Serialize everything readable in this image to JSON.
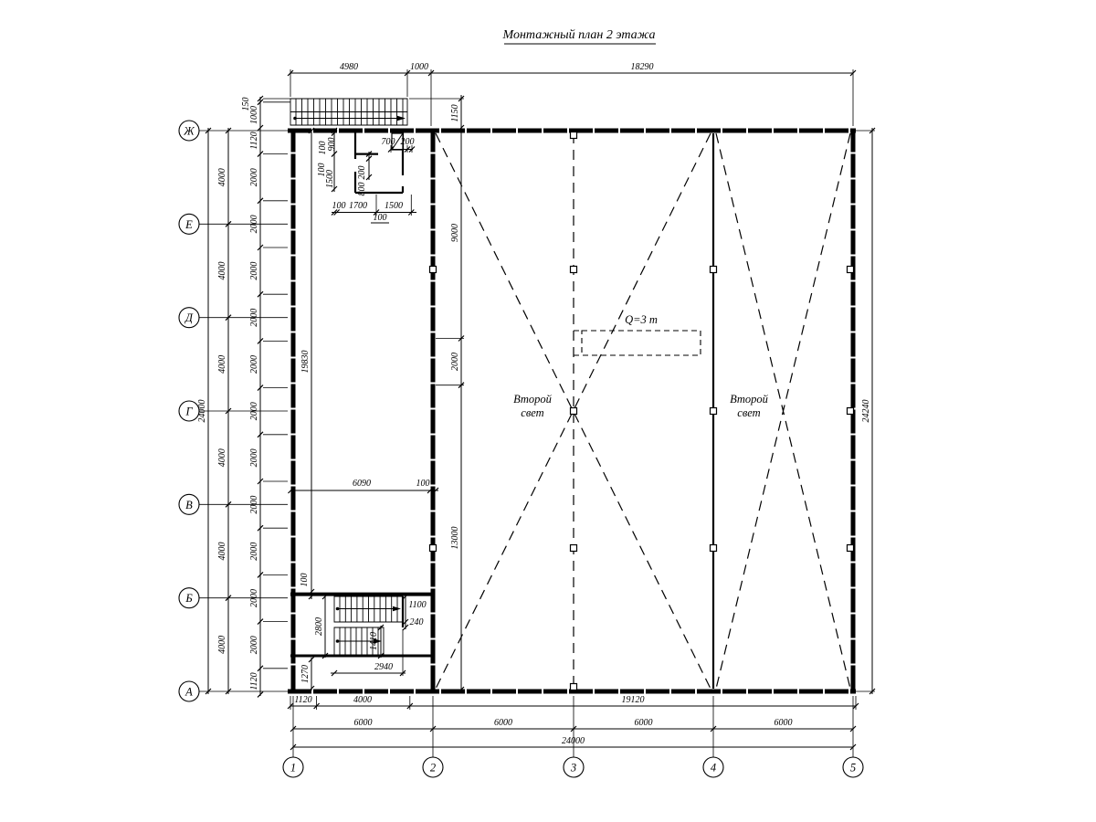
{
  "title": "Монтажный план 2 этажа",
  "axes": {
    "letters": [
      "Ж",
      "Е",
      "Д",
      "Г",
      "В",
      "Б",
      "А"
    ],
    "numbers": [
      "1",
      "2",
      "3",
      "4",
      "5"
    ]
  },
  "labels": {
    "second_light_line1": "Второй",
    "second_light_line2": "свет",
    "crane_capacity": "Q=3 т"
  },
  "dims": {
    "top": [
      "4980",
      "1000",
      "18290"
    ],
    "left_total": "24000",
    "left_bay": "4000",
    "panel_150": "150",
    "panel_1000": "1000",
    "panel_1120": "1120",
    "panel_2000": "2000",
    "right_total": "24240",
    "bottom_tier1": [
      "1120",
      "4000",
      "19120"
    ],
    "bottom_bay": "6000",
    "bottom_total": "24000",
    "hall_wall": [
      "1150",
      "9000",
      "2000",
      "13000"
    ],
    "annex_height": "19830",
    "annex_100": "100",
    "annex_width": "6090",
    "annex_width_100": "100",
    "room": {
      "a100": "100",
      "a900": "900",
      "t700": "700",
      "t200": "200",
      "b100": "100",
      "b1500": "1500",
      "c200": "200",
      "c800": "800",
      "d100": "100",
      "d1700": "1700",
      "d1500": "1500",
      "e100": "100"
    },
    "stair": {
      "w1100": "1100",
      "o240": "240",
      "h2800": "2800",
      "w1410": "1410",
      "h1270": "1270",
      "w2940": "2940"
    }
  }
}
